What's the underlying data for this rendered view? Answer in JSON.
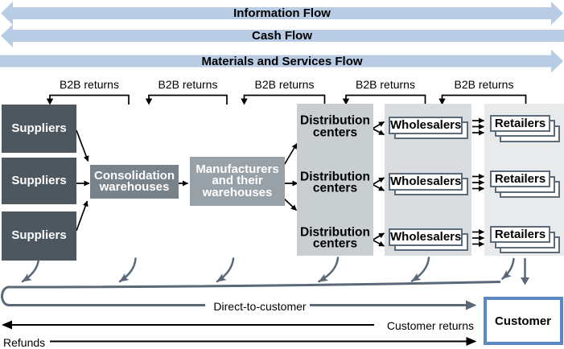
{
  "title": "Supply chain flows diagram",
  "top_flows": {
    "information": "Information Flow",
    "cash": "Cash Flow",
    "materials": "Materials and Services Flow"
  },
  "b2b_returns": {
    "labels": [
      "B2B returns",
      "B2B returns",
      "B2B returns",
      "B2B returns",
      "B2B returns"
    ]
  },
  "stages": {
    "suppliers": [
      "Suppliers",
      "Suppliers",
      "Suppliers"
    ],
    "consolidation": "Consolidation warehouses",
    "manufacturers": "Manufacturers and their warehouses",
    "distribution": [
      "Distribution centers",
      "Distribution centers",
      "Distribution centers"
    ],
    "wholesalers": [
      "Wholesalers",
      "Wholesalers",
      "Wholesalers"
    ],
    "retailers": [
      "Retailers",
      "Retailers",
      "Retailers"
    ]
  },
  "bottom_flows": {
    "direct": "Direct-to-customer",
    "customer_returns": "Customer returns",
    "refunds": "Refunds",
    "customer": "Customer"
  },
  "colors": {
    "flow_arrow": "#b8cce4",
    "suppliers_box": "#4d575f",
    "consolidation_box": "#78828b",
    "manufacturers_box": "#99a1a8",
    "distribution_panel": "#c9ced1",
    "wholesalers_panel": "#dadde0",
    "retailers_panel": "#e8eaeb",
    "stack_border": "#5c6b7a",
    "swoosh_gray": "#5a6878",
    "customer_border": "#5a87c5",
    "black": "#000000"
  }
}
